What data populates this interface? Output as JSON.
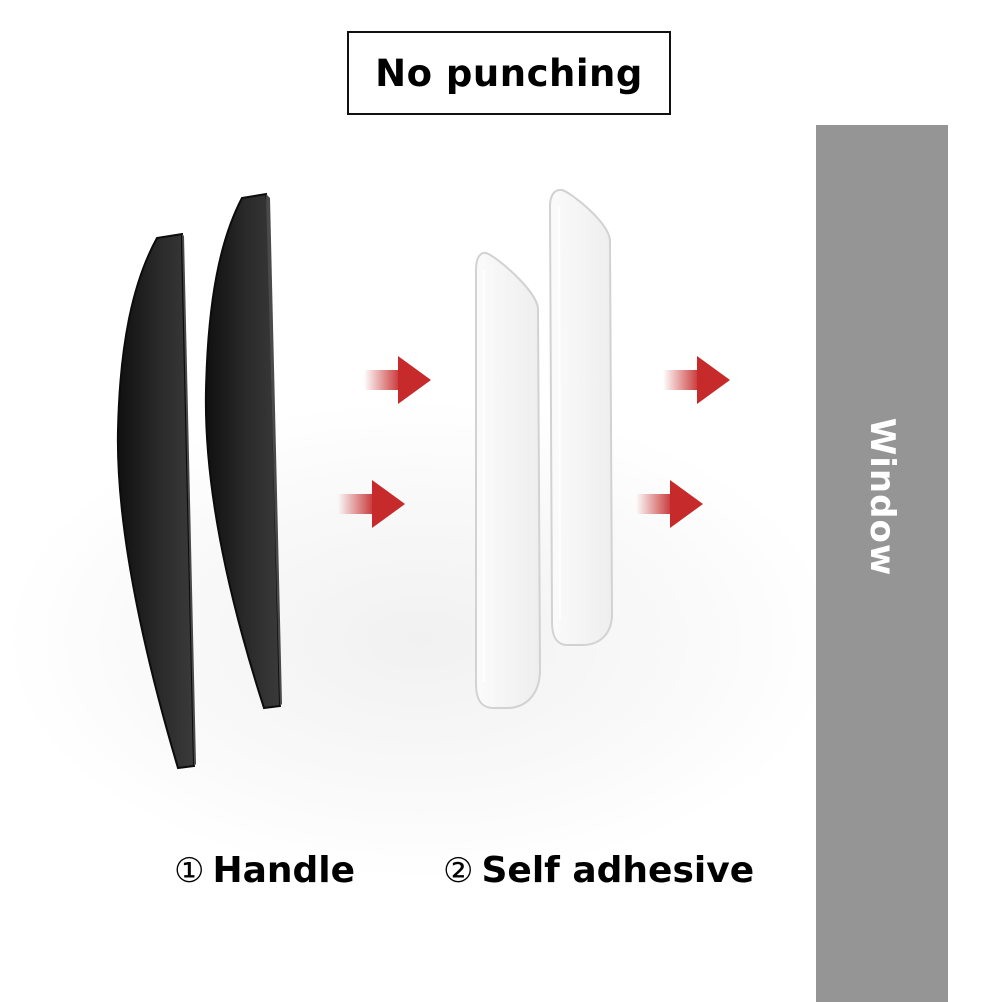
{
  "title": "No punching",
  "window_label": "Window",
  "captions": [
    {
      "number": "①",
      "text": "Handle"
    },
    {
      "number": "②",
      "text": "Self adhesive"
    }
  ],
  "colors": {
    "handle": "#1a1a1a",
    "adhesive_pad": "#f7f7f7",
    "arrow": "#c62a2a",
    "window_panel": "#959595",
    "window_text": "#ffffff"
  },
  "icons": [
    "arrow-right-icon"
  ]
}
